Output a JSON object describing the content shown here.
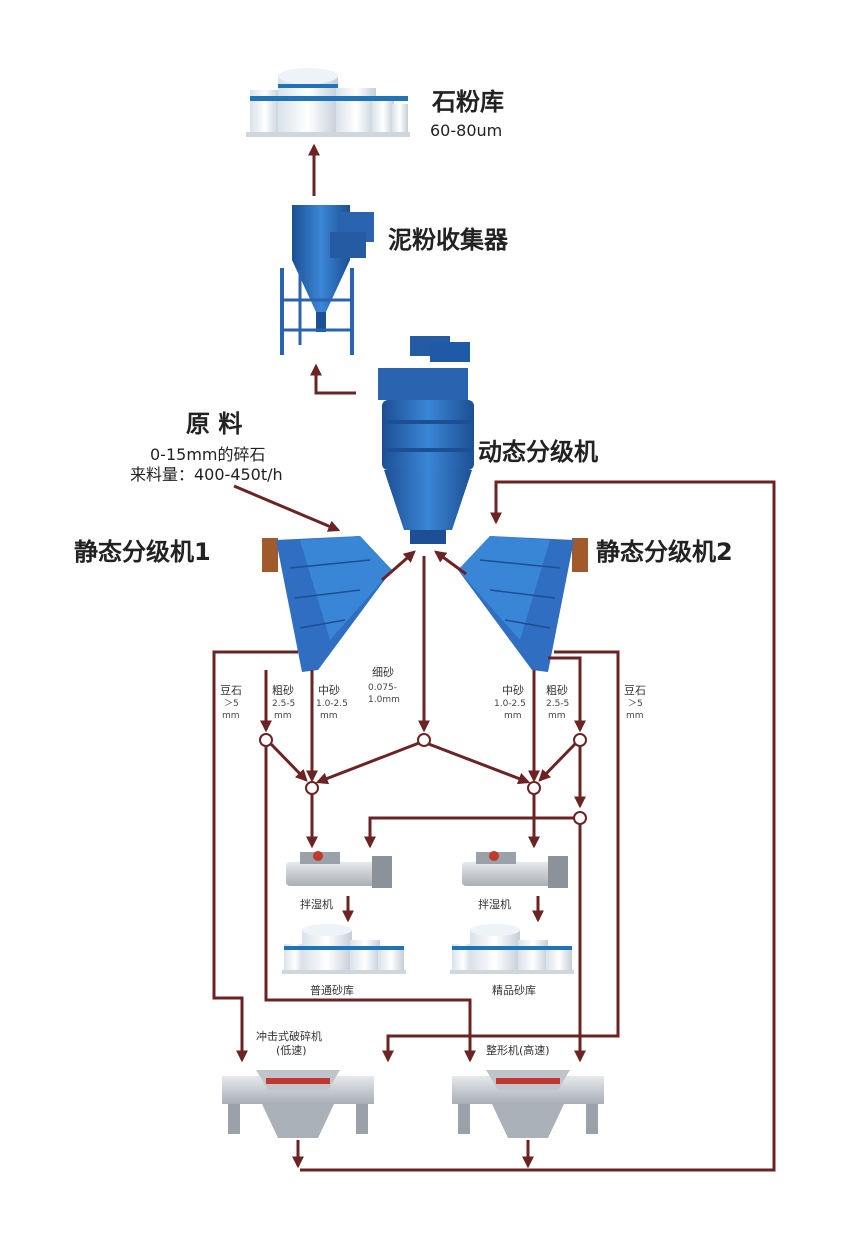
{
  "labels": {
    "stone_silo": "石粉库",
    "stone_silo_size": "60-80um",
    "collector": "泥粉收集器",
    "raw_material": "原 料",
    "raw_size": "0-15mm的碎石",
    "raw_feed": "来料量：400-450t/h",
    "dynamic_classifier": "动态分级机",
    "static1": "静态分级机1",
    "static2": "静态分级机2",
    "fine_sand": "细砂",
    "fine_sand_size_a": "0.075-",
    "fine_sand_size_b": "1.0mm",
    "left_pea_a": "豆石",
    "left_pea_b": "＞5",
    "left_pea_c": "mm",
    "left_coarse": "粗砂",
    "left_coarse_a": "2.5-5",
    "left_coarse_b": "mm",
    "left_medium": "中砂",
    "left_medium_a": "1.0-2.5",
    "left_medium_b": "mm",
    "right_medium": "中砂",
    "right_medium_a": "1.0-2.5",
    "right_medium_b": "mm",
    "right_coarse": "粗砂",
    "right_coarse_a": "2.5-5",
    "right_coarse_b": "mm",
    "right_pea_a": "豆石",
    "right_pea_b": "＞5",
    "right_pea_c": "mm",
    "mixer1": "拌湿机",
    "mixer2": "拌湿机",
    "silo_common": "普通砂库",
    "silo_fine": "精品砂库",
    "impact_crusher_a": "冲击式破碎机",
    "impact_crusher_b": "(低速)",
    "shaper": "整形机(高速)"
  },
  "colors": {
    "flow_line": "#6b2323",
    "equipment_blue": "#2d6fc0",
    "silo_blue": "#1f74b8",
    "crusher_grey": "#c9cdd2"
  }
}
